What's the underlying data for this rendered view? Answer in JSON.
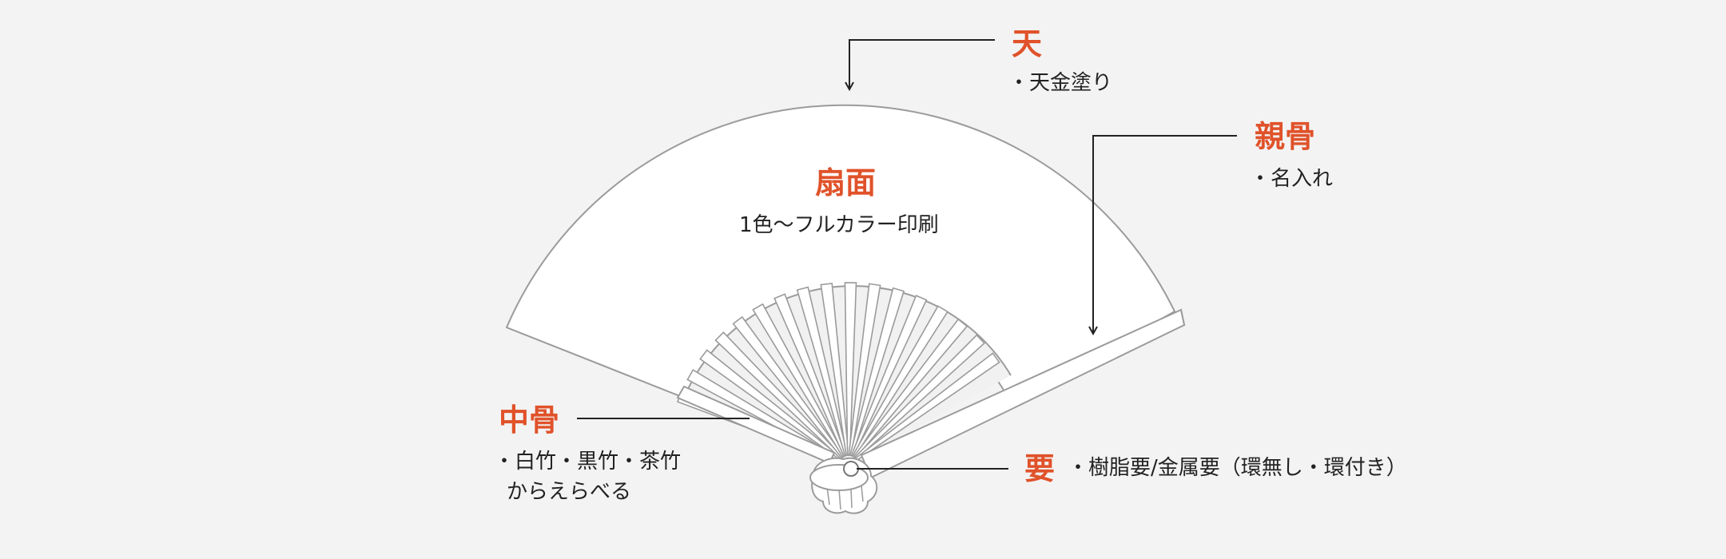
{
  "colors": {
    "accent": "#e0522a",
    "line": "#9b9b9b",
    "leader": "#222222",
    "background": "#f3f3f3"
  },
  "labels": {
    "ten": {
      "title": "天",
      "items": [
        "・天金塗り"
      ]
    },
    "oyahone": {
      "title": "親骨",
      "items": [
        "・名入れ"
      ]
    },
    "senmen": {
      "title": "扇面",
      "items": [
        "1色～フルカラー印刷"
      ]
    },
    "nakahone": {
      "title": "中骨",
      "items": [
        "・白竹・黒竹・茶竹",
        "からえらべる"
      ]
    },
    "kaname": {
      "title": "要",
      "items": [
        "・樹脂要/金属要（環無し・環付き）"
      ]
    }
  }
}
